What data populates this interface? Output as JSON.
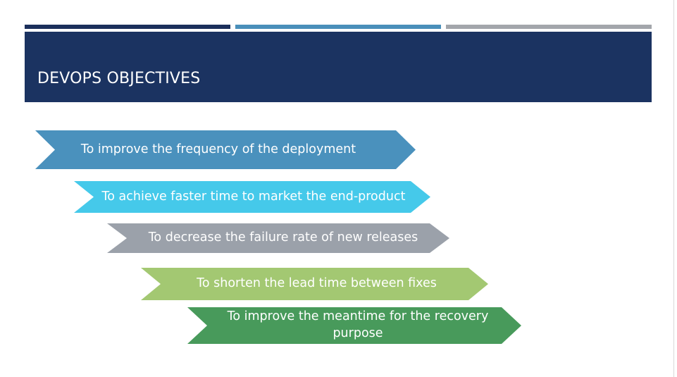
{
  "slide": {
    "title": "DEVOPS OBJECTIVES",
    "objectives": [
      {
        "text": "To improve the frequency of the deployment",
        "color": "#4a91bd"
      },
      {
        "text": "To achieve faster time to market the end-product",
        "color": "#45c9ea"
      },
      {
        "text": "To decrease the failure rate of new releases",
        "color": "#9ba1aa"
      },
      {
        "text": "To shorten the lead time between fixes",
        "color": "#a3c872"
      },
      {
        "text": "To improve the meantime for the recovery purpose",
        "color": "#489a5b"
      }
    ]
  },
  "theme": {
    "header_color": "#1b3361",
    "accent_bars": [
      "#1b2f5b",
      "#4a8fba",
      "#a3a6ab"
    ]
  }
}
